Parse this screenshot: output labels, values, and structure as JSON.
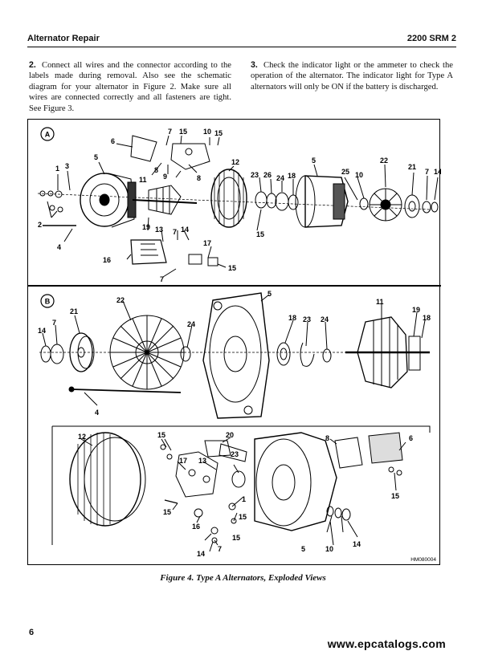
{
  "header": {
    "left": "Alternator Repair",
    "right": "2200 SRM 2"
  },
  "steps": [
    {
      "num": "2.",
      "text": "Connect all wires and the connector according to the labels made during removal. Also see the schematic diagram for your alternator in Figure 2. Make sure all wires are connected correctly and all fasteners are tight. See Figure 3."
    },
    {
      "num": "3.",
      "text": "Check the indicator light or the ammeter to check the operation of the alternator. The indicator light for Type A alternators will only be ON if the battery is discharged."
    }
  ],
  "figure": {
    "view_a": "A",
    "view_b": "B",
    "code": "HM080004",
    "callouts_a": [
      "1",
      "3",
      "2",
      "4",
      "5",
      "6",
      "7",
      "15",
      "10",
      "15",
      "8",
      "9",
      "11",
      "8",
      "12",
      "23",
      "26",
      "24",
      "18",
      "5",
      "25",
      "10",
      "22",
      "21",
      "7",
      "14",
      "19",
      "13",
      "7",
      "14",
      "16",
      "17",
      "15",
      "7",
      "15"
    ],
    "callouts_b": [
      "14",
      "7",
      "21",
      "22",
      "24",
      "5",
      "18",
      "23",
      "24",
      "11",
      "19",
      "18",
      "4",
      "12",
      "15",
      "20",
      "8",
      "6",
      "17",
      "13",
      "23",
      "15",
      "15",
      "1",
      "15",
      "16",
      "14",
      "7",
      "5",
      "10",
      "14",
      "15"
    ]
  },
  "caption": "Figure 4. Type A Alternators, Exploded Views",
  "page_number": "6",
  "watermark": "www.epcatalogs.com"
}
